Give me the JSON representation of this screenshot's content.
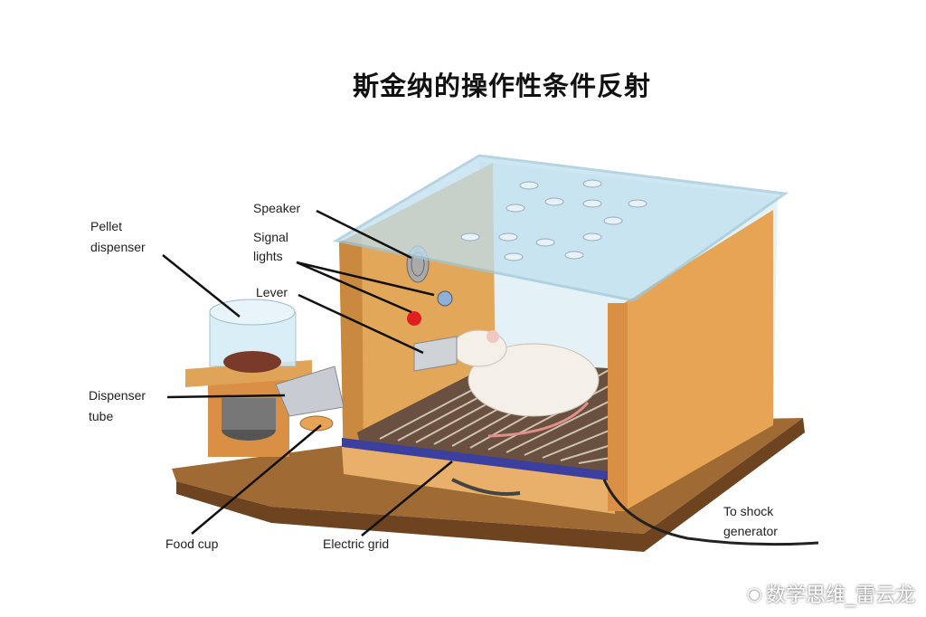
{
  "title": "斯金纳的操作性条件反射",
  "labels": {
    "speaker": "Speaker",
    "signal_lights_1": "Signal",
    "signal_lights_2": "lights",
    "lever": "Lever",
    "pellet_dispenser_1": "Pellet",
    "pellet_dispenser_2": "dispenser",
    "dispenser_tube_1": "Dispenser",
    "dispenser_tube_2": "tube",
    "food_cup": "Food cup",
    "electric_grid": "Electric grid",
    "shock_1": "To shock",
    "shock_2": "generator"
  },
  "watermark": "数学思维_雷云龙",
  "colors": {
    "wood": "#e0a458",
    "wood_dark": "#b8742e",
    "base": "#8a5a2b",
    "glass": "#bfe0ee",
    "signal_red": "#e02020",
    "signal_blue": "#8fb0d8"
  }
}
